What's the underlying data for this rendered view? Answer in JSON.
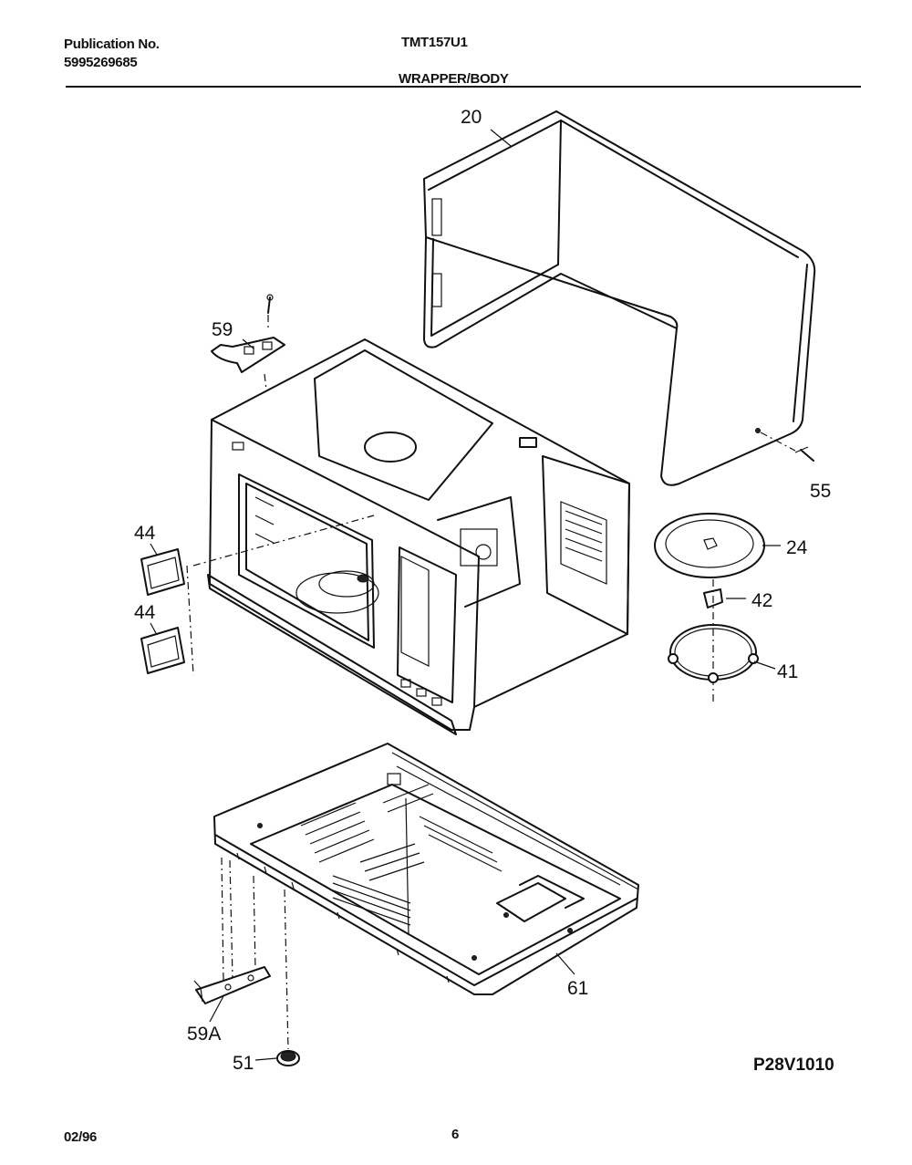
{
  "header": {
    "publication_label": "Publication No.",
    "publication_number": "5995269685",
    "model": "TMT157U1",
    "section": "WRAPPER/BODY"
  },
  "footer": {
    "date": "02/96",
    "page": "6",
    "reference": "P28V1010"
  },
  "callouts": {
    "wrapper": "20",
    "screw_top": "55",
    "tray": "24",
    "coupler": "42",
    "roller_ring": "41",
    "hinge_top": "59",
    "latch_upper": "44",
    "latch_lower": "44",
    "base": "61",
    "hinge_bottom": "59A",
    "foot": "51"
  }
}
